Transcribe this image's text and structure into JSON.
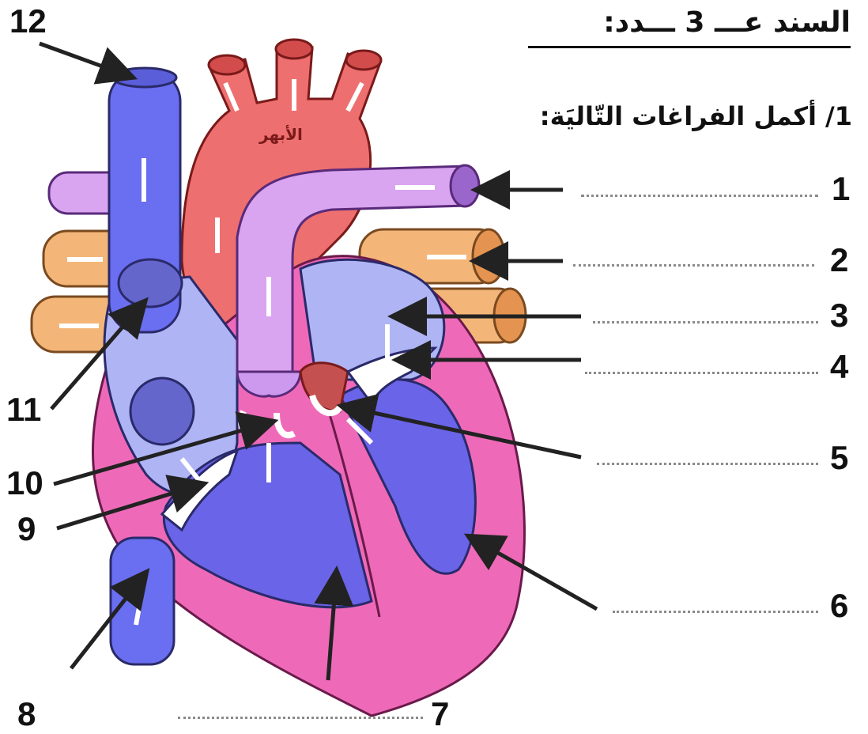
{
  "header": {
    "title": "السند عـــ 3 ـــدد:",
    "instruction": "1/ أكمل الفراغات التّاليَة:"
  },
  "diagram": {
    "aorta_label": "الأبهر"
  },
  "labels": {
    "n1": "1",
    "n2": "2",
    "n3": "3",
    "n4": "4",
    "n5": "5",
    "n6": "6",
    "n7": "7",
    "n8": "8",
    "n9": "9",
    "n10": "10",
    "n11": "11",
    "n12": "12"
  },
  "colors": {
    "vena_cava": "#6a6ef0",
    "aorta": "#ee6a6a",
    "pulmonary_artery": "#cc99ee",
    "pulmonary_veins": "#f2b676",
    "heart_wall": "#ec6ab8",
    "ventricle_blood": "#6a64e8",
    "atrium_light": "#aeb4f4"
  }
}
